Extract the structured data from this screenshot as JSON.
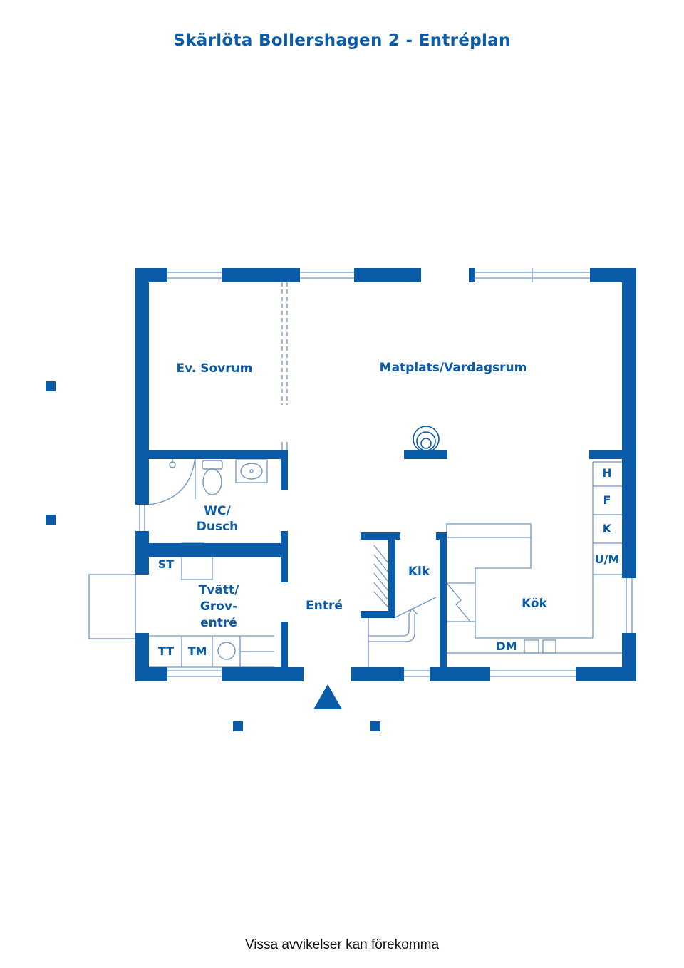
{
  "title": "Skärlöta Bollershagen 2 - Entréplan",
  "footer": "Vissa avvikelser kan förekomma",
  "colors": {
    "plan": "#0a5ba8",
    "thin": "#6f96c8",
    "background": "#ffffff"
  },
  "rooms": {
    "sovrum": "Ev. Sovrum",
    "vardagsrum": "Matplats/Vardagsrum",
    "wc_line1": "WC/",
    "wc_line2": "Dusch",
    "st": "ST",
    "tvatt_line1": "Tvätt/",
    "tvatt_line2": "Grov-",
    "tvatt_line3": "entré",
    "entre": "Entré",
    "klk": "Klk",
    "kok": "Kök",
    "tt": "TT",
    "tm": "TM",
    "dm": "DM",
    "h": "H",
    "f": "F",
    "k": "K",
    "um": "U/M"
  },
  "icons": [
    "entrance-arrow-icon",
    "fireplace-icon",
    "toilet-icon",
    "sink-icon",
    "stair-arrow-icon"
  ]
}
